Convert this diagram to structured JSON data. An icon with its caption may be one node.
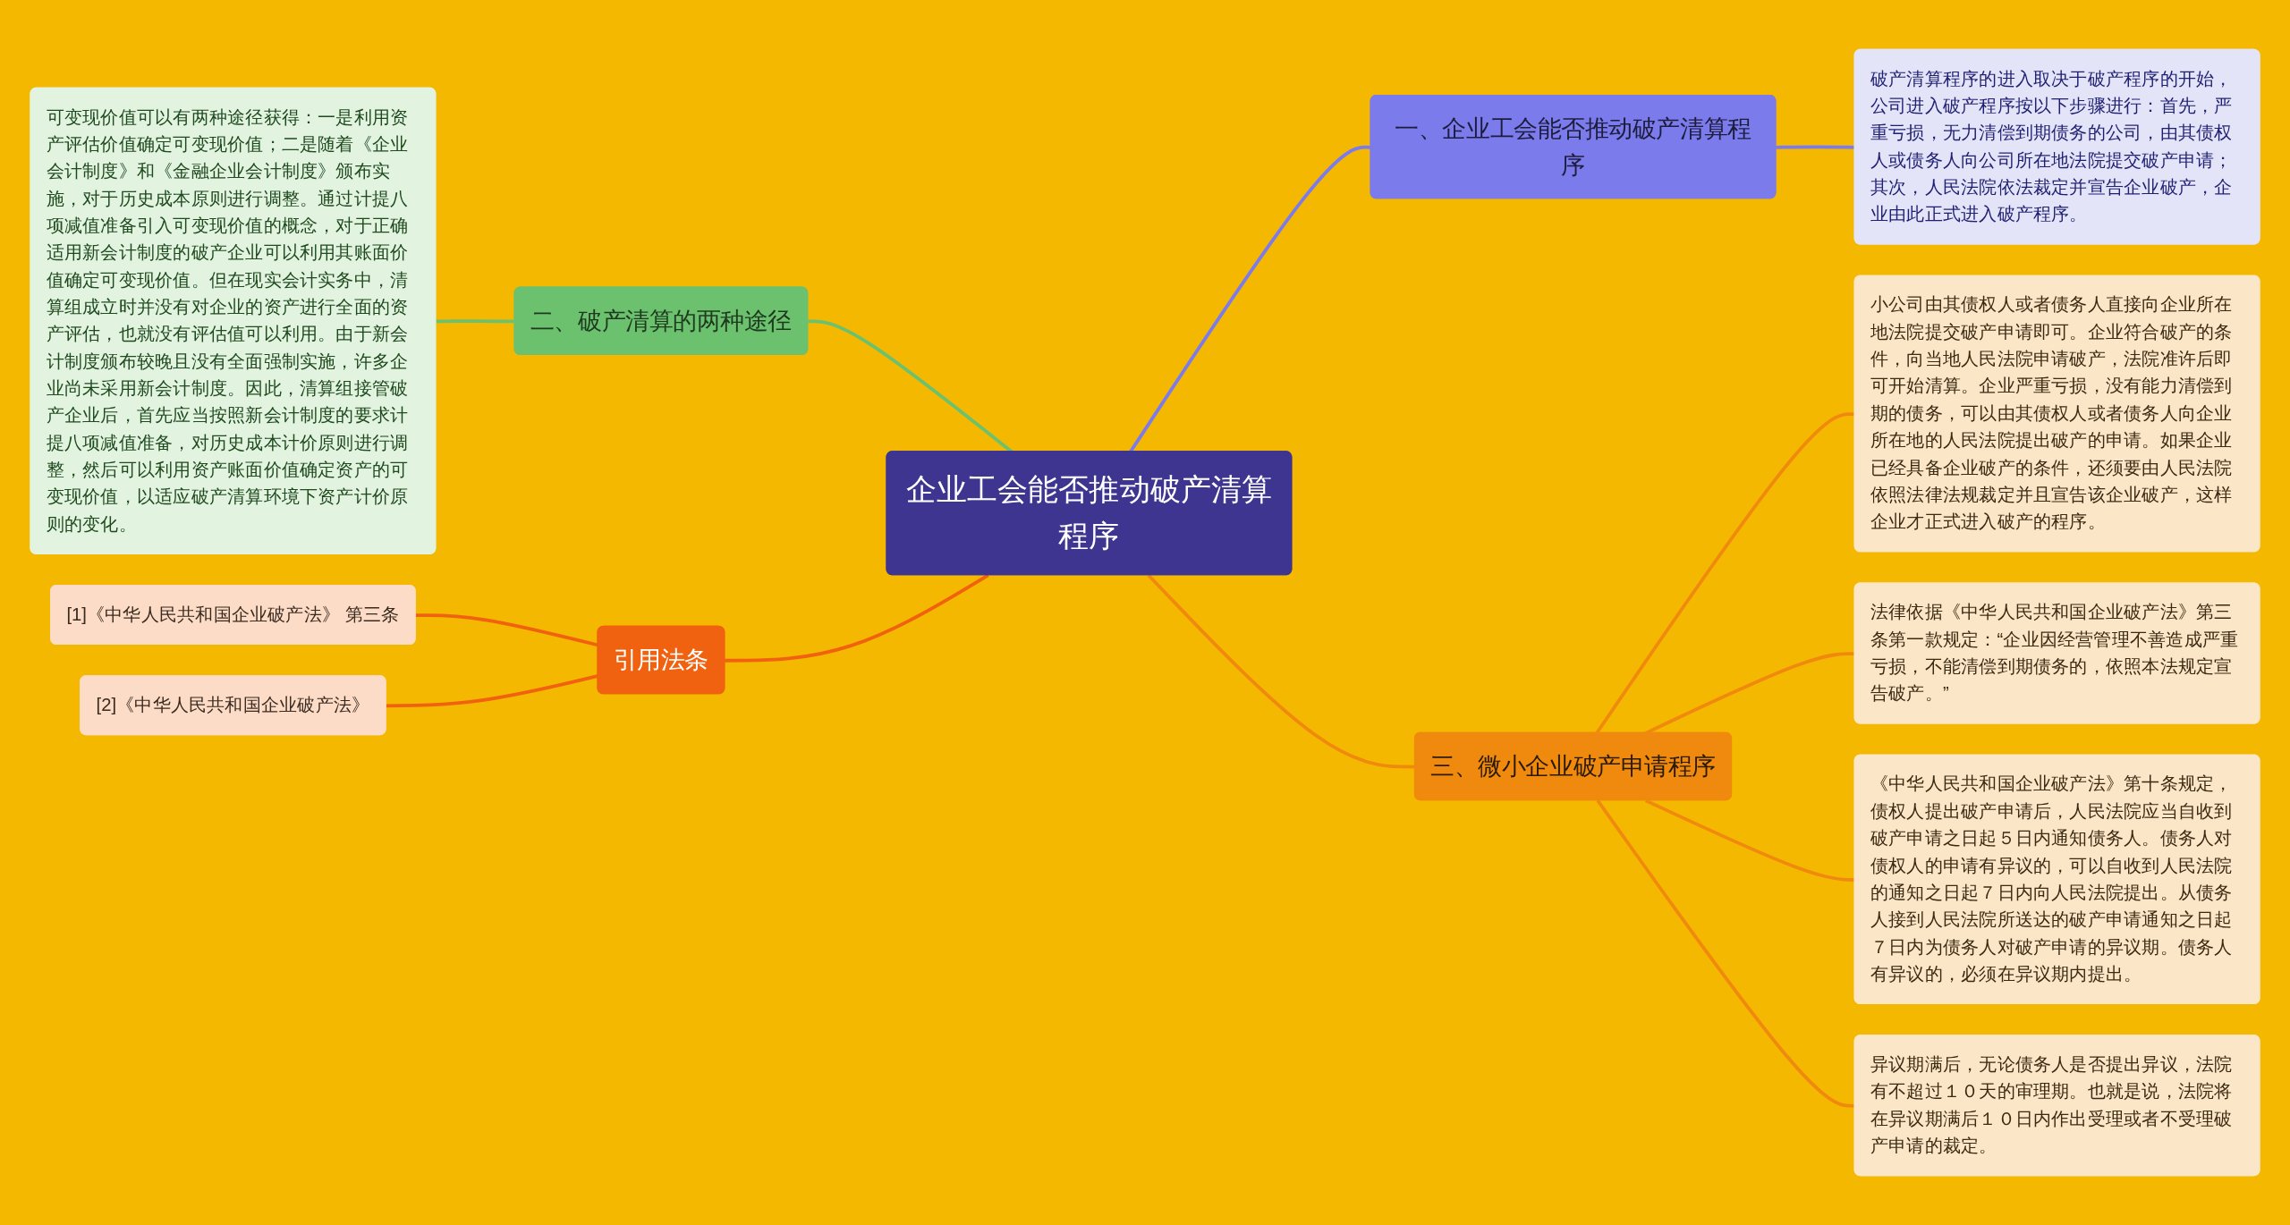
{
  "diagram": {
    "nodes": [
      {
        "text": [
          "企业工会能否推动破产清算程序"
        ]
      },
      {
        "text": [
          "一、企业工会能否推动破产清算程序"
        ]
      },
      {
        "text": [
          "破产清算程序的进入取决于破产程序的开始，公司进入破产程序按以下步骤进行：首先，严重亏损，无力清偿到期债务的公司，由其债权人或债务人向公司所在地法院提交破产申请；其次，人民法院依法裁定并宣告企业破产，企业由此正式进入破产程序。"
        ]
      },
      {
        "text": [
          "二、破产清算的两种途径"
        ]
      },
      {
        "text": [
          "可变现价值可以有两种途径获得：一是利用资产评估价值确定可变现价值；二是随着《企业会计制度》和《金融企业会计制度》颁布实施，对于历史成本原则进行调整。通过计提八项减值准备引入可变现价值的概念，对于正确适用新会计制度的破产企业可以利用其账面价值确定可变现价值。但在现实会计实务中，清算组成立时并没有对企业的资产进行全面的资产评估，也就没有评估值可以利用。由于新会计制度颁布较晚且没有全面强制实施，许多企业尚未采用新会计制度。因此，清算组接管破产企业后，首先应当按照新会计制度的要求计提八项减值准备，对历史成本计价原则进行调整，然后可以利用资产账面价值确定资产的可变现价值，以适应破产清算环境下资产计价原则的变化。"
        ]
      },
      {
        "text": [
          "三、微小企业破产申请程序"
        ]
      },
      {
        "text": [
          "小公司由其债权人或者债务人直接向企业所在地法院提交破产申请即可。企业符合破产的条件，向当地人民法院申请破产，法院准许后即可开始清算。企业严重亏损，没有能力清偿到期的债务，可以由其债权人或者债务人向企业所在地的人民法院提出破产的申请。如果企业已经具备企业破产的条件，还须要由人民法院依照法律法规裁定并且宣告该企业破产，这样企业才正式进入破产的程序。"
        ]
      },
      {
        "text": [
          "法律依据《中华人民共和国企业破产法》第三条第一款规定：“企业因经营管理不善造成严重亏损，不能清偿到期债务的，依照本法规定宣告破产。”"
        ]
      },
      {
        "text": [
          "《中华人民共和国企业破产法》第十条规定，债权人提出破产申请后，人民法院应当自收到破产申请之日起５日内通知债务人。债务人对债权人的申请有异议的，可以自收到人民法院的通知之日起７日内向人民法院提出。从债务人接到人民法院所送达的破产申请通知之日起７日内为债务人对破产申请的异议期。债务人有异议的，必须在异议期内提出。"
        ]
      },
      {
        "text": [
          "异议期满后，无论债务人是否提出异议，法院有不超过１０天的审理期。也就是说，法院将在异议期满后１０日内作出受理或者不受理破产申请的裁定。"
        ]
      },
      {
        "text": [
          "引用法条"
        ]
      },
      {
        "text": [
          "[1]《中华人民共和国企业破产法》 第三条"
        ]
      },
      {
        "text": [
          "[2]《中华人民共和国企业破产法》"
        ]
      }
    ],
    "edges": [
      {
        "from": 0,
        "to": 1,
        "arrow": "none",
        "color": "#7b7beb"
      },
      {
        "from": 1,
        "to": 2,
        "arrow": "none",
        "color": "#7b7beb"
      },
      {
        "from": 3,
        "to": 0,
        "arrow": "none",
        "color": "#6cc16f"
      },
      {
        "from": 4,
        "to": 3,
        "arrow": "none",
        "color": "#6cc16f"
      },
      {
        "from": 0,
        "to": 5,
        "arrow": "none"
      },
      {
        "from": 5,
        "to": 6,
        "arrow": "none"
      },
      {
        "from": 5,
        "to": 7,
        "arrow": "none"
      },
      {
        "from": 5,
        "to": 8,
        "arrow": "none"
      },
      {
        "from": 5,
        "to": 9,
        "arrow": "none"
      },
      {
        "from": 10,
        "to": 0,
        "arrow": "none",
        "color": "#f0620f"
      },
      {
        "from": 11,
        "to": 10,
        "arrow": "none",
        "color": "#f0620f"
      },
      {
        "from": 12,
        "to": 10,
        "arrow": "none",
        "color": "#f0620f"
      }
    ]
  }
}
